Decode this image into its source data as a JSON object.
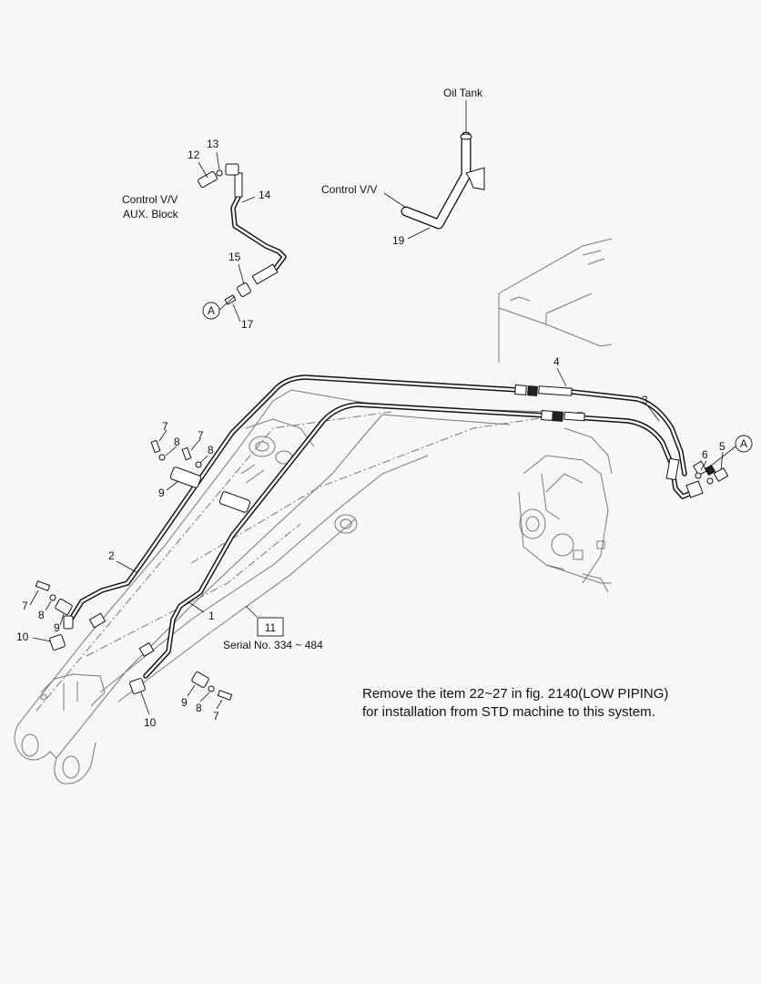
{
  "labels": {
    "oil_tank": "Oil Tank",
    "control_vv": "Control V/V",
    "control_vv_aux_line1": "Control V/V",
    "control_vv_aux_line2": "AUX. Block",
    "serial": "Serial No. 334 ~ 484",
    "ref_a": "A"
  },
  "callouts": {
    "c1": "1",
    "c2": "2",
    "c3": "3",
    "c4": "4",
    "c5": "5",
    "c6": "6",
    "c7a": "7",
    "c7b": "7",
    "c7c": "7",
    "c7d": "7",
    "c8a": "8",
    "c8b": "8",
    "c8c": "8",
    "c8d": "8",
    "c9a": "9",
    "c9b": "9",
    "c9c": "9",
    "c10a": "10",
    "c10b": "10",
    "c11": "11",
    "c12": "12",
    "c13": "13",
    "c14": "14",
    "c15": "15",
    "c17": "17",
    "c19": "19"
  },
  "note": {
    "line1": "Remove the item 22~27 in fig. 2140(LOW PIPING)",
    "line2": "for installation from STD machine to this system."
  }
}
